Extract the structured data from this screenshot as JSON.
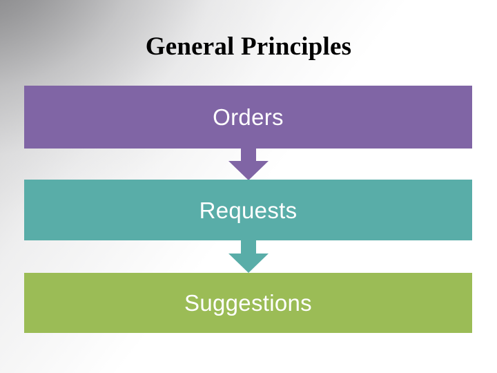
{
  "slide": {
    "title": "General Principles",
    "background": {
      "base_color": "#ffffff",
      "wash_color": "#8c8c8e",
      "style": "diagonal-gray-gradient-top-left"
    }
  },
  "flow": {
    "direction": "top-to-bottom",
    "steps": [
      {
        "label": "Orders",
        "fill_color": "#8065a5",
        "text_color": "#ffffff"
      },
      {
        "label": "Requests",
        "fill_color": "#59ada8",
        "text_color": "#ffffff"
      },
      {
        "label": "Suggestions",
        "fill_color": "#9bbc56",
        "text_color": "#ffffff"
      }
    ],
    "connectors": [
      {
        "icon": "arrow-down-icon",
        "color": "#8065a5"
      },
      {
        "icon": "arrow-down-icon",
        "color": "#59ada8"
      }
    ]
  }
}
